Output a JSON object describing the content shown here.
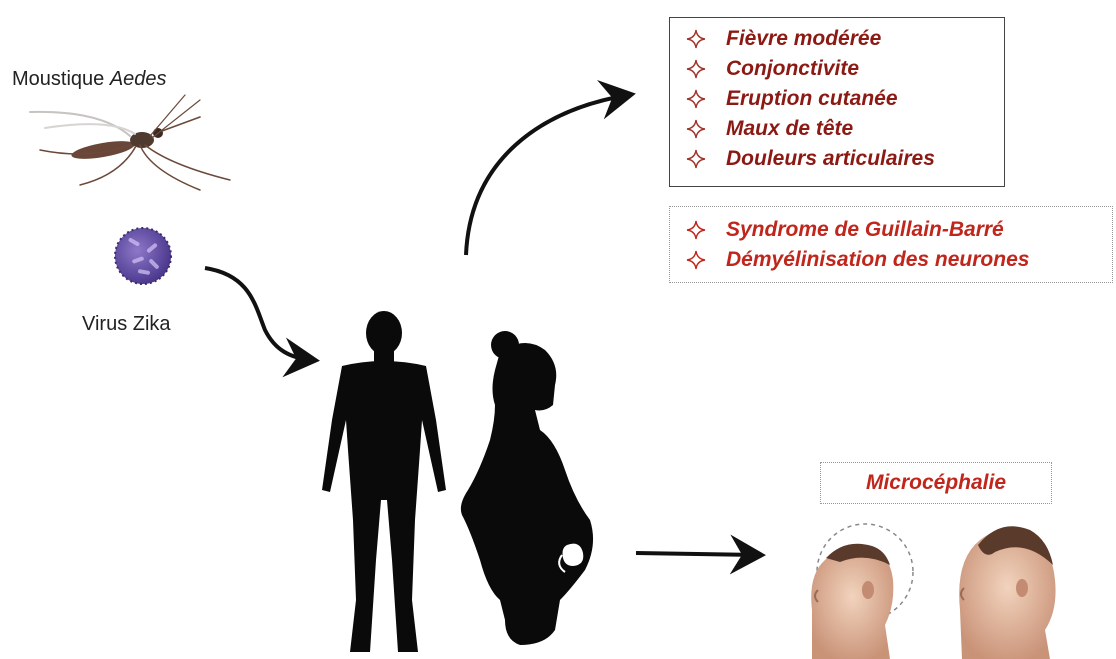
{
  "vector": {
    "label_prefix": "Moustique ",
    "label_genus": "Aedes"
  },
  "virus": {
    "label": "Virus Zika"
  },
  "common_symptoms": [
    "Fièvre modérée",
    "Conjonctivite",
    "Eruption cutanée",
    "Maux de tête",
    "Douleurs articulaires"
  ],
  "neuro_complications": [
    "Syndrome de Guillain-Barré",
    "Démyélinisation des neurones"
  ],
  "fetal_outcome": {
    "label": "Microcéphalie"
  },
  "colors": {
    "symptom_text": "#8b1a14",
    "complication_text": "#c0261c",
    "bullet": "#a0342c"
  },
  "icons": [
    "mosquito-icon",
    "virus-icon",
    "man-silhouette-icon",
    "pregnant-woman-silhouette-icon",
    "star-bullet-icon",
    "infant-head-icon"
  ]
}
